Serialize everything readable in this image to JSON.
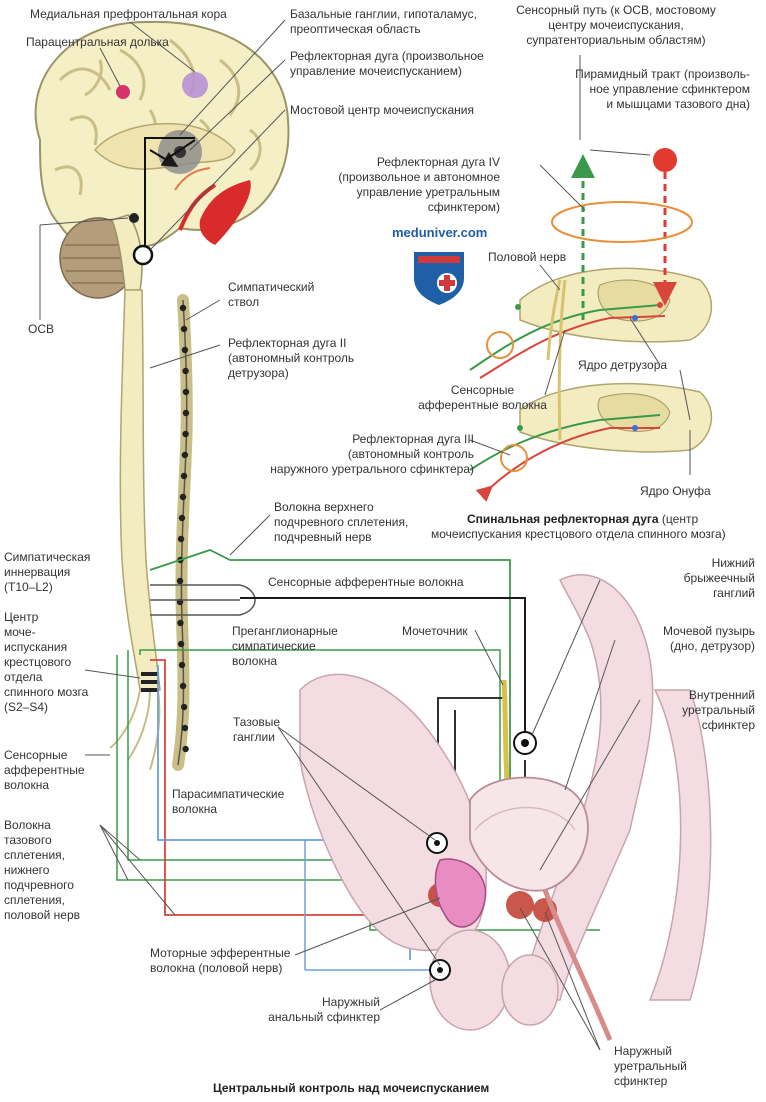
{
  "brand": "meduniver.com",
  "labels": {
    "medial_prefrontal": "Медиальная префронтальная кора",
    "paracentral": "Парацентральная долька",
    "basal_ganglia_1": "Базальные ганглии, гипоталамус,",
    "basal_ganglia_2": "преоптическая область",
    "reflex_arc1_1": "Рефлекторная дуга (произвольное",
    "reflex_arc1_2": "управление мочеиспусканием)",
    "pontine_center": "Мостовой центр мочеиспускания",
    "sensory_path_1": "Сенсорный путь (к ОСВ, мостовому",
    "sensory_path_2": "центру мочеиспускания,",
    "sensory_path_3": "супратенториальным областям)",
    "pyramidal_1": "Пирамидный тракт (произволь-",
    "pyramidal_2": "ное управление сфинктером",
    "pyramidal_3": "и мышцами тазового дна)",
    "arc4_1": "Рефлекторная дуга IV",
    "arc4_2": "(произвольное и автономное",
    "arc4_3": "управление уретральным",
    "arc4_4": "сфинктером)",
    "pudendal": "Половой нерв",
    "osv": "ОСВ",
    "symp_trunk_1": "Симпатический",
    "symp_trunk_2": "ствол",
    "arc2_1": "Рефлекторная дуга II",
    "arc2_2": "(автономный контроль",
    "arc2_3": "детрузора)",
    "detrusor_nucleus": "Ядро детрузора",
    "sensory_aff_right_1": "Сенсорные",
    "sensory_aff_right_2": "афферентные волокна",
    "arc3_1": "Рефлекторная дуга III",
    "arc3_2": "(автономный контроль",
    "arc3_3": "наружного уретрального сфинктера)",
    "onuf": "Ядро Онуфа",
    "spinal_caption_bold": "Спинальная рефлекторная дуга",
    "spinal_caption_rest": " (центр",
    "spinal_caption_2": "мочеиспускания крестцового отдела спинного мозга)",
    "upper_hypogastric_1": "Волокна верхнего",
    "upper_hypogastric_2": "подчревного сплетения,",
    "upper_hypogastric_3": "подчревный нерв",
    "symp_innerv_1": "Симпатическая",
    "symp_innerv_2": "иннервация",
    "symp_innerv_3": "(T10–L2)",
    "sensory_aff_mid": "Сенсорные афферентные волокна",
    "lower_mesenteric_1": "Нижний",
    "lower_mesenteric_2": "брыжеечный",
    "lower_mesenteric_3": "ганглий",
    "sacral_center_1": "Центр",
    "sacral_center_2": "моче-",
    "sacral_center_3": "испускания",
    "sacral_center_4": "крестцового",
    "sacral_center_5": "отдела",
    "sacral_center_6": "спинного мозга",
    "sacral_center_7": "(S2–S4)",
    "preganglionic_1": "Преганглионарные",
    "preganglionic_2": "симпатические",
    "preganglionic_3": "волокна",
    "ureter": "Мочеточник",
    "bladder_1": "Мочевой пузырь",
    "bladder_2": "(дно, детрузор)",
    "pelvic_ganglia_1": "Тазовые",
    "pelvic_ganglia_2": "ганглии",
    "int_sphincter_1": "Внутренний",
    "int_sphincter_2": "уретральный",
    "int_sphincter_3": "сфинктер",
    "sensory_aff_left_1": "Сенсорные",
    "sensory_aff_left_2": "афферентные",
    "sensory_aff_left_3": "волокна",
    "parasymp_1": "Парасимпатические",
    "parasymp_2": "волокна",
    "pelvic_plexus_1": "Волокна",
    "pelvic_plexus_2": "тазового",
    "pelvic_plexus_3": "сплетения,",
    "pelvic_plexus_4": "нижнего",
    "pelvic_plexus_5": "подчревного",
    "pelvic_plexus_6": "сплетения,",
    "pelvic_plexus_7": "половой нерв",
    "motor_eff_1": "Моторные эфферентные",
    "motor_eff_2": "волокна (половой нерв)",
    "ext_anal_1": "Наружный",
    "ext_anal_2": "анальный сфинктер",
    "ext_urethral_1": "Наружный",
    "ext_urethral_2": "уретральный",
    "ext_urethral_3": "сфинктер",
    "bottom_caption": "Центральный контроль над мочеиспусканием"
  },
  "colors": {
    "green_fiber": "#3a9a4a",
    "red_fiber": "#d8453a",
    "blue_fiber": "#6d9fdc",
    "black_fiber": "#1a1a1a",
    "spinal_cord": "#f2ecc0",
    "brain_fill": "#f5efc6",
    "brain_outline": "#9a9468",
    "cerebellum": "#b39d7a",
    "pink_tissue": "#f3dde2",
    "magenta_dot": "#d6336c",
    "violet_dot": "#b48cd6",
    "orange_ring": "#e8903a",
    "brand_blue": "#1f5fa8",
    "shield_red": "#d03a3a"
  },
  "icons": {
    "logo": "shield-cross-icon"
  }
}
